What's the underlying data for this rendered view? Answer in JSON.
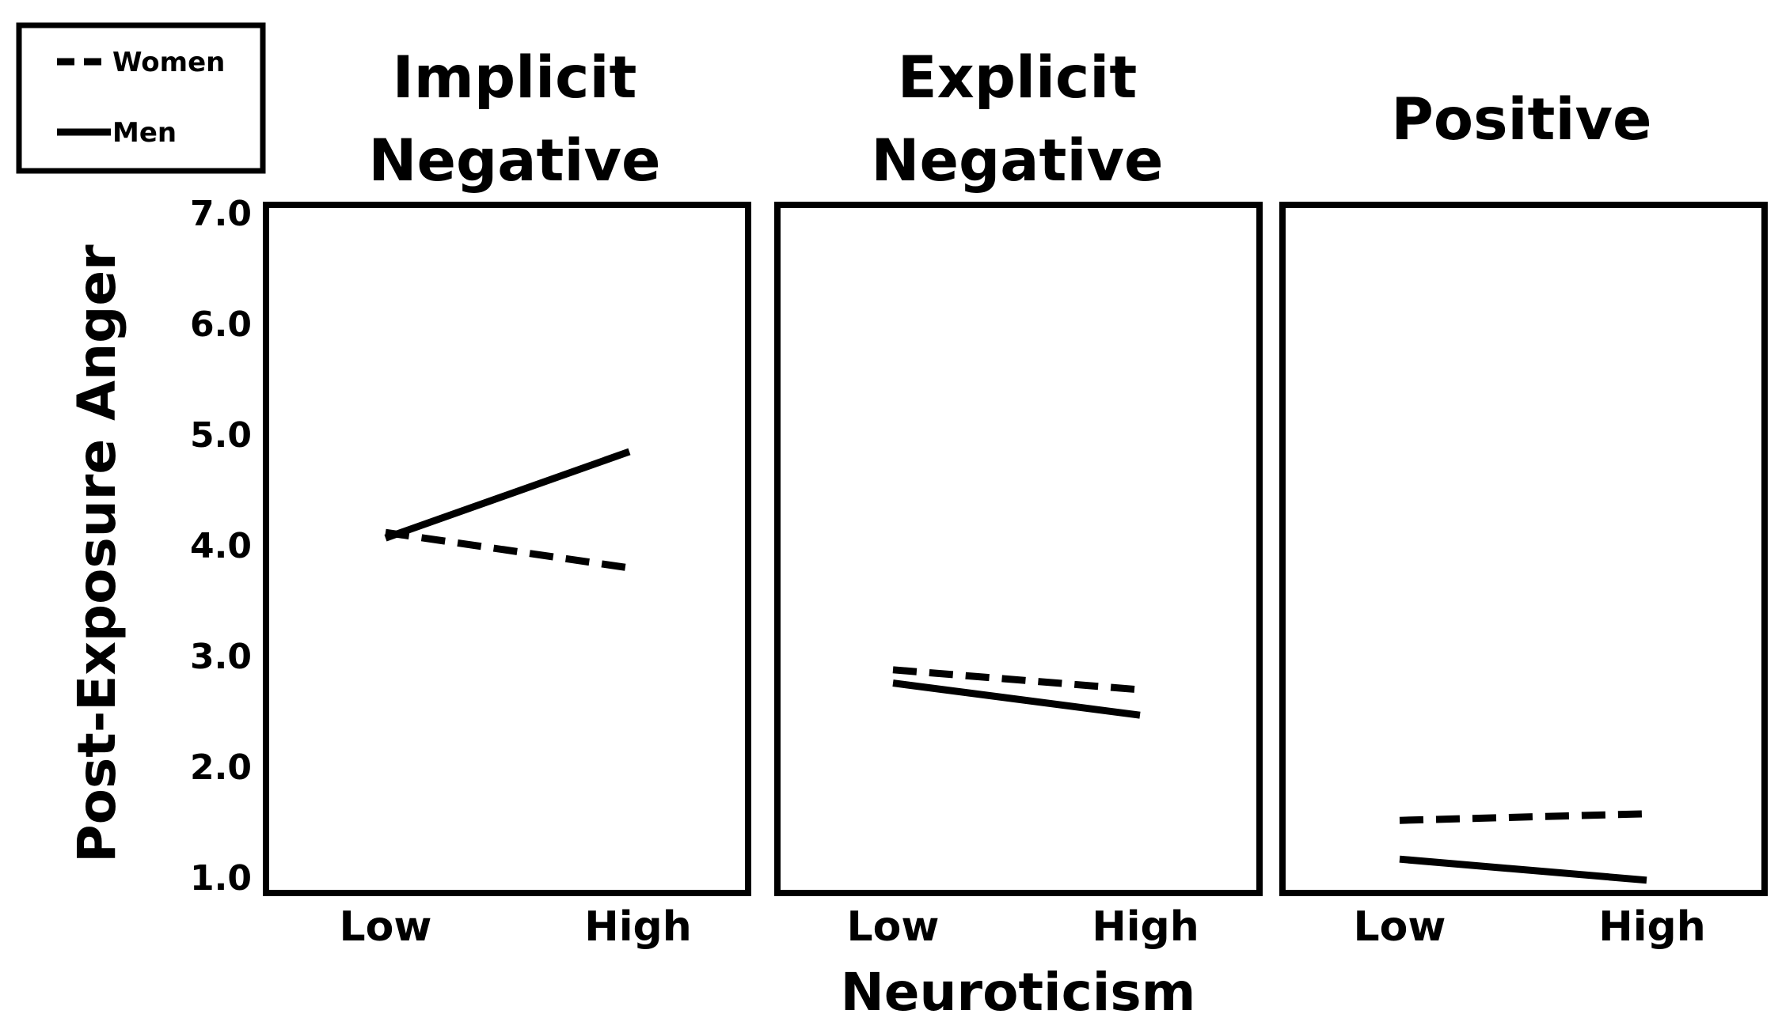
{
  "chart_data": {
    "type": "line",
    "ylabel": "Post-Exposure Anger",
    "xlabel": "Neuroticism",
    "ylim": [
      1.0,
      7.0
    ],
    "yticks": [
      "1.0",
      "2.0",
      "3.0",
      "4.0",
      "5.0",
      "6.0",
      "7.0"
    ],
    "categories": [
      "Low",
      "High"
    ],
    "legend": {
      "position": "top-left",
      "entries": [
        {
          "label": "Women",
          "style": "dashed"
        },
        {
          "label": "Men",
          "style": "solid"
        }
      ]
    },
    "panels": [
      {
        "title_lines": [
          "Implicit",
          "Negative"
        ],
        "series": [
          {
            "name": "Women",
            "values": [
              4.12,
              3.8
            ]
          },
          {
            "name": "Men",
            "values": [
              4.07,
              4.85
            ]
          }
        ]
      },
      {
        "title_lines": [
          "Explicit",
          "Negative"
        ],
        "series": [
          {
            "name": "Women",
            "values": [
              2.88,
              2.7
            ]
          },
          {
            "name": "Men",
            "values": [
              2.76,
              2.47
            ]
          }
        ]
      },
      {
        "title_lines": [
          "Positive"
        ],
        "series": [
          {
            "name": "Women",
            "values": [
              1.52,
              1.58
            ]
          },
          {
            "name": "Men",
            "values": [
              1.17,
              0.98
            ]
          }
        ]
      }
    ],
    "colors": {
      "line": "#000000",
      "background": "#ffffff"
    }
  }
}
